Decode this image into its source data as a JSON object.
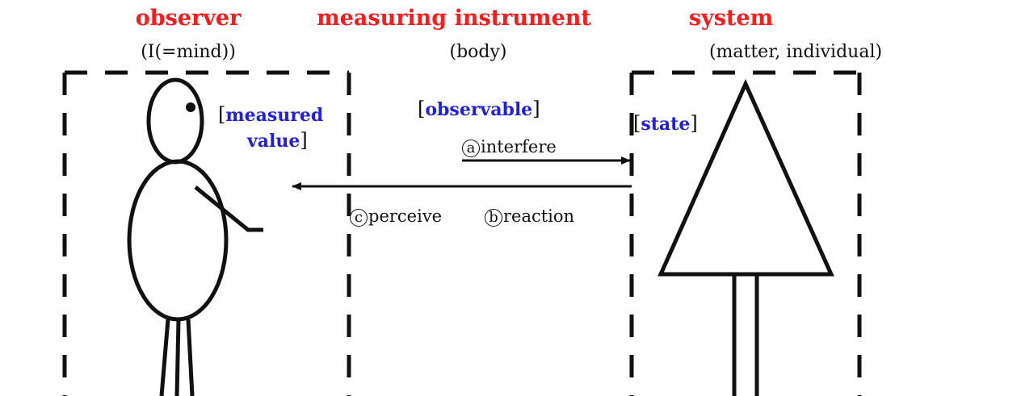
{
  "headings": {
    "observer": {
      "title": "observer",
      "subtitle": "(I(=mind))"
    },
    "instrument": {
      "title": "measuring instrument",
      "subtitle": "(body)"
    },
    "system": {
      "title": "system",
      "subtitle": "(matter, individual)"
    }
  },
  "labels": {
    "measured_value_line1": "measured",
    "measured_value_line2": "value",
    "observable": "observable",
    "state": "state"
  },
  "brackets": {
    "open": "[",
    "close": "]"
  },
  "actions": {
    "interfere": {
      "marker": "a",
      "text": "interfere"
    },
    "perceive": {
      "marker": "c",
      "text": "perceive"
    },
    "reaction": {
      "marker": "b",
      "text": "reaction"
    }
  },
  "colors": {
    "title": "#ff1a1a",
    "highlight": "#1f1fe6",
    "ink": "#111111"
  }
}
